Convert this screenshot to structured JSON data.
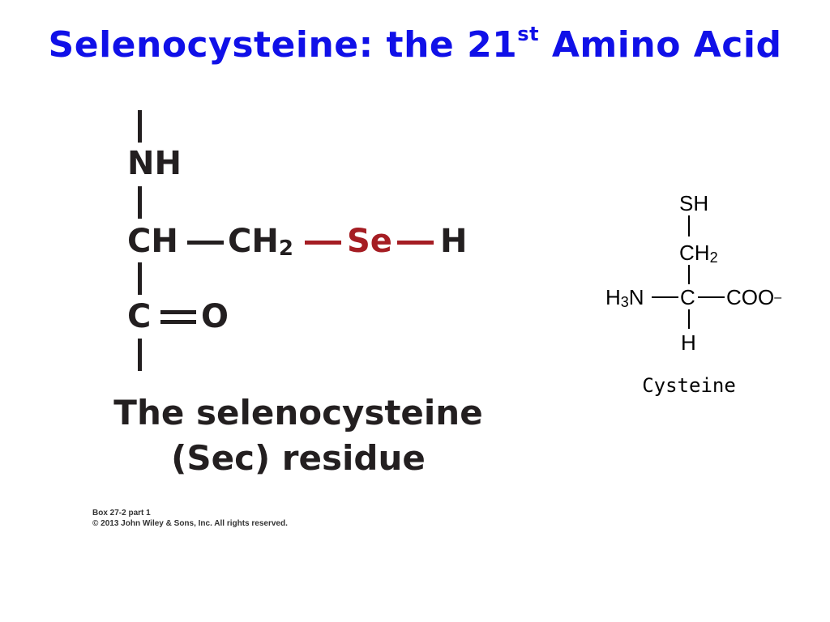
{
  "slide": {
    "title_main": "Selenocysteine: the 21",
    "title_sup": "st",
    "title_end": " Amino Acid"
  },
  "sec_residue": {
    "nh": "NH",
    "ch": "CH",
    "ch2": "CH",
    "ch2_sub": "2",
    "se": "Se",
    "h": "H",
    "c": "C",
    "o": "O",
    "caption_line1": "The selenocysteine",
    "caption_line2": "(Sec) residue",
    "credit_line1": "Box 27-2 part 1",
    "credit_line2": "© 2013 John Wiley & Sons, Inc. All rights reserved."
  },
  "cysteine": {
    "sh": "SH",
    "ch2": "CH",
    "ch2_sub": "2",
    "h3n_h": "H",
    "h3n_sub": "3",
    "h3n_n": "N",
    "c": "C",
    "coo": "COO",
    "coo_sup": "–",
    "h": "H",
    "name": "Cysteine"
  },
  "colors": {
    "title": "#1010e8",
    "selenium": "#a51d23",
    "structure": "#231f20"
  }
}
